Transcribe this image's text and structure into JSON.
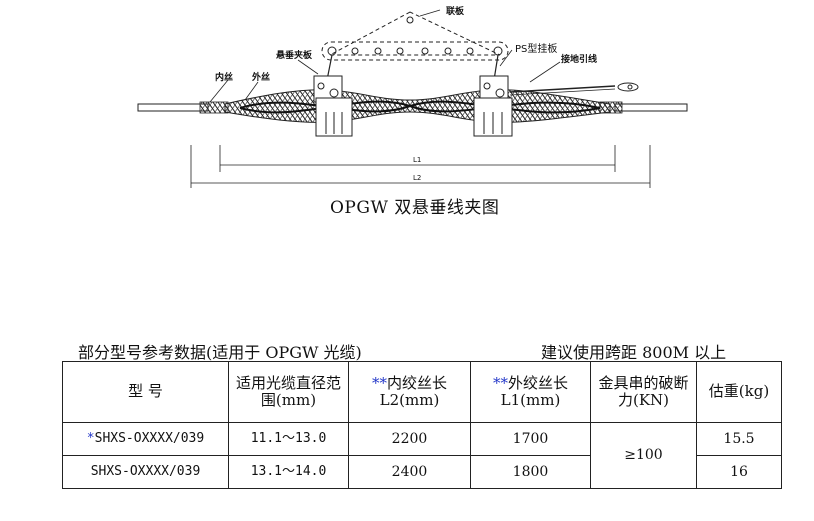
{
  "diagram": {
    "labels": {
      "yoke_plate": "联板",
      "suspension_clamp": "悬垂夹板",
      "ps_link": "PS型挂板",
      "ground_lead": "接地引线",
      "inner_rod": "内丝",
      "outer_rod": "外丝",
      "l1": "L1",
      "l2": "L2"
    },
    "caption": "OPGW 双悬垂线夹图"
  },
  "table_section": {
    "title": "部分型号参考数据(适用于 OPGW 光缆)",
    "note": "建议使用跨距 800M 以上",
    "headers": {
      "model": "型 号",
      "diameter": "适用光缆直径范围(mm)",
      "inner_length_mark": "**",
      "inner_length": "内绞丝长 L2(mm)",
      "outer_length_mark": "**",
      "outer_length": "外绞丝长 L1(mm)",
      "strength": "金具串的破断力(KN)",
      "weight": "估重(kg)"
    },
    "rows": [
      {
        "model_mark": "*",
        "model": "SHXS-OXXXX/039",
        "diameter": "11.1～13.0",
        "l2": "2200",
        "l1": "1700",
        "weight": "15.5"
      },
      {
        "model_mark": "",
        "model": "SHXS-OXXXX/039",
        "diameter": "13.1～14.0",
        "l2": "2400",
        "l1": "1800",
        "weight": "16"
      }
    ],
    "breaking_strength": "≥100"
  }
}
